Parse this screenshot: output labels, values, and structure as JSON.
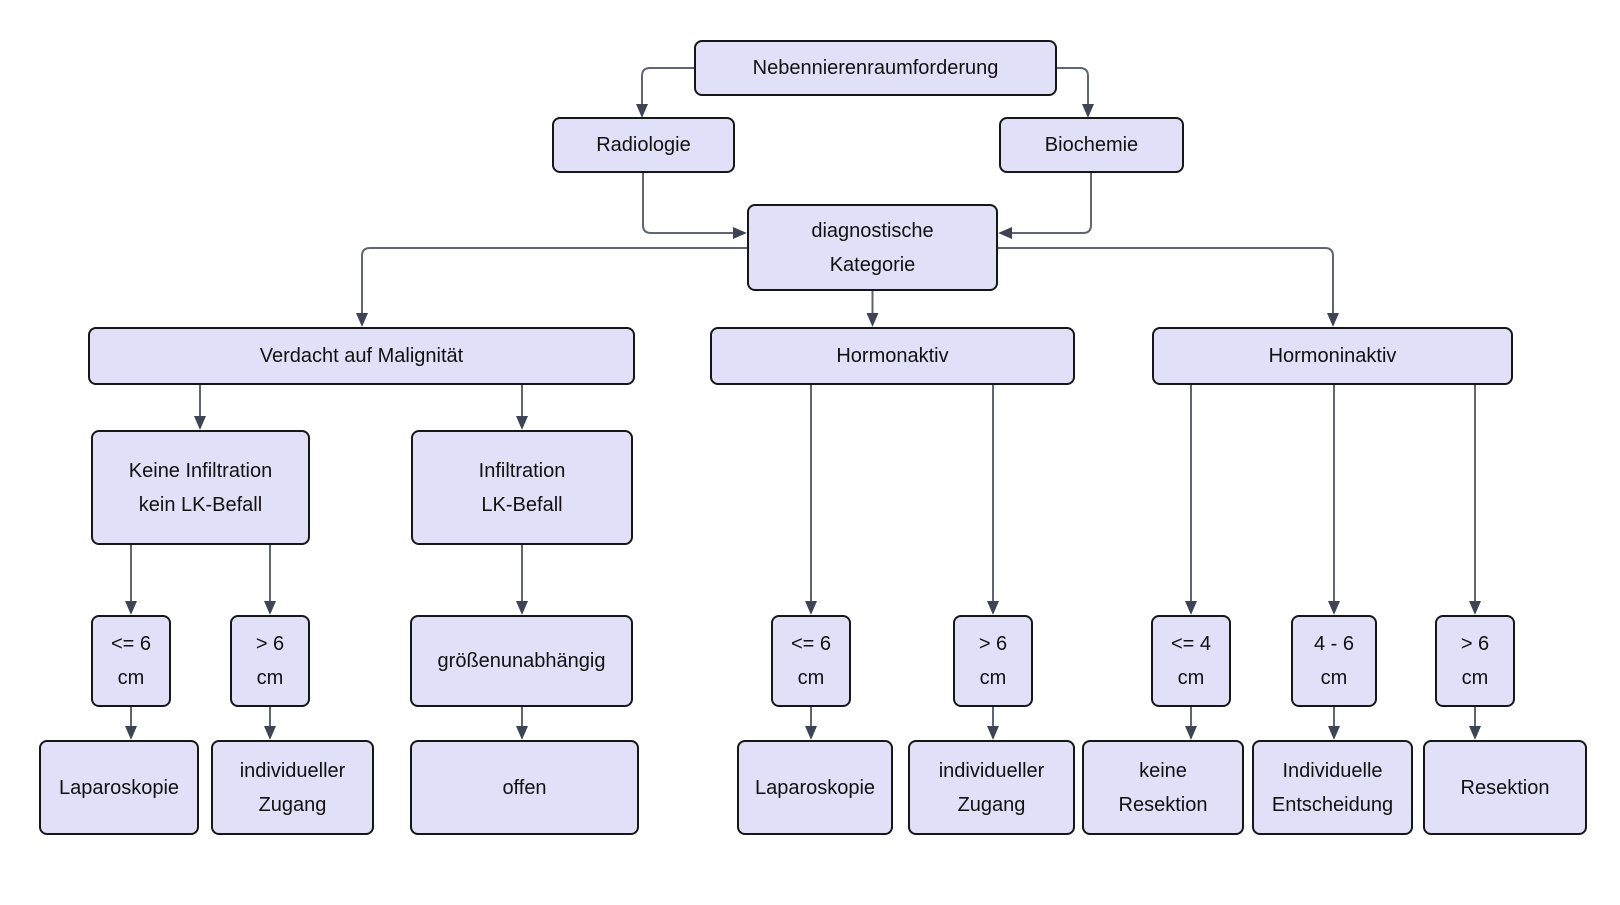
{
  "diagram": {
    "type": "flowchart",
    "language": "de",
    "colors": {
      "node_fill": "#e0e0f8",
      "node_border": "#171717",
      "edge_line": "#5f6673",
      "arrowhead": "#3d4454",
      "background": "#ffffff",
      "text": "#111111"
    },
    "nodes": [
      {
        "id": "root",
        "label": "Nebennierenraumforderung"
      },
      {
        "id": "radiologie",
        "label": "Radiologie"
      },
      {
        "id": "biochemie",
        "label": "Biochemie"
      },
      {
        "id": "diagkat",
        "label": "diagnostische\nKategorie"
      },
      {
        "id": "verdacht",
        "label": "Verdacht auf Malignität"
      },
      {
        "id": "hormonaktiv",
        "label": "Hormonaktiv"
      },
      {
        "id": "hormoninaktiv",
        "label": "Hormoninaktiv"
      },
      {
        "id": "keine-infiltration",
        "label": "Keine Infiltration\nkein LK-Befall"
      },
      {
        "id": "infiltration",
        "label": "Infiltration\nLK-Befall"
      },
      {
        "id": "le6-malignitaet",
        "label": "<= 6\ncm"
      },
      {
        "id": "gt6-malignitaet",
        "label": "> 6\ncm"
      },
      {
        "id": "groessenunabhaengig",
        "label": "größenunabhängig"
      },
      {
        "id": "le6-hormonaktiv",
        "label": "<= 6\ncm"
      },
      {
        "id": "gt6-hormonaktiv",
        "label": "> 6\ncm"
      },
      {
        "id": "le4-hormoninaktiv",
        "label": "<= 4\ncm"
      },
      {
        "id": "c46-hormoninaktiv",
        "label": "4 - 6\ncm"
      },
      {
        "id": "gt6-hormoninaktiv",
        "label": "> 6\ncm"
      },
      {
        "id": "laparoskopie-malignitaet",
        "label": "Laparoskopie"
      },
      {
        "id": "individueller-zugang-malignitaet",
        "label": "individueller\nZugang"
      },
      {
        "id": "offen",
        "label": "offen"
      },
      {
        "id": "laparoskopie-hormonaktiv",
        "label": "Laparoskopie"
      },
      {
        "id": "individueller-zugang-hormonaktiv",
        "label": "individueller\nZugang"
      },
      {
        "id": "keine-resektion",
        "label": "keine\nResektion"
      },
      {
        "id": "individuelle-entscheidung",
        "label": "Individuelle\nEntscheidung"
      },
      {
        "id": "resektion",
        "label": "Resektion"
      }
    ],
    "edges": [
      {
        "from": "root",
        "to": "radiologie"
      },
      {
        "from": "root",
        "to": "biochemie"
      },
      {
        "from": "radiologie",
        "to": "diagkat"
      },
      {
        "from": "biochemie",
        "to": "diagkat"
      },
      {
        "from": "diagkat",
        "to": "verdacht"
      },
      {
        "from": "diagkat",
        "to": "hormonaktiv"
      },
      {
        "from": "diagkat",
        "to": "hormoninaktiv"
      },
      {
        "from": "verdacht",
        "to": "keine-infiltration"
      },
      {
        "from": "verdacht",
        "to": "infiltration"
      },
      {
        "from": "keine-infiltration",
        "to": "le6-malignitaet"
      },
      {
        "from": "keine-infiltration",
        "to": "gt6-malignitaet"
      },
      {
        "from": "infiltration",
        "to": "groessenunabhaengig"
      },
      {
        "from": "hormonaktiv",
        "to": "le6-hormonaktiv"
      },
      {
        "from": "hormonaktiv",
        "to": "gt6-hormonaktiv"
      },
      {
        "from": "hormoninaktiv",
        "to": "le4-hormoninaktiv"
      },
      {
        "from": "hormoninaktiv",
        "to": "c46-hormoninaktiv"
      },
      {
        "from": "hormoninaktiv",
        "to": "gt6-hormoninaktiv"
      },
      {
        "from": "le6-malignitaet",
        "to": "laparoskopie-malignitaet"
      },
      {
        "from": "gt6-malignitaet",
        "to": "individueller-zugang-malignitaet"
      },
      {
        "from": "groessenunabhaengig",
        "to": "offen"
      },
      {
        "from": "le6-hormonaktiv",
        "to": "laparoskopie-hormonaktiv"
      },
      {
        "from": "gt6-hormonaktiv",
        "to": "individueller-zugang-hormonaktiv"
      },
      {
        "from": "le4-hormoninaktiv",
        "to": "keine-resektion"
      },
      {
        "from": "c46-hormoninaktiv",
        "to": "individuelle-entscheidung"
      },
      {
        "from": "gt6-hormoninaktiv",
        "to": "resektion"
      }
    ]
  }
}
